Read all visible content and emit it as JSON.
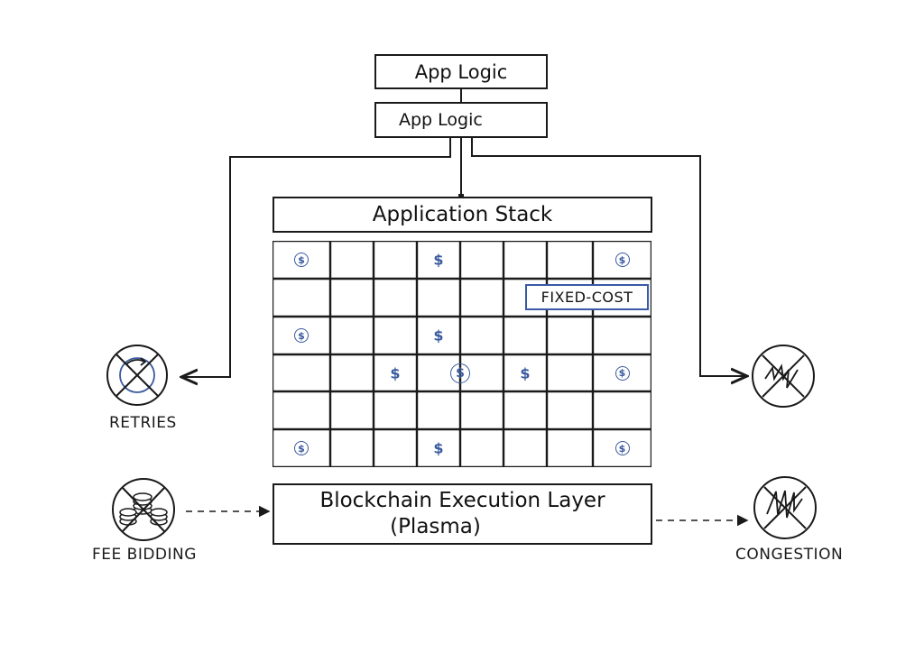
{
  "diagram": {
    "top_boxes": [
      {
        "label": "App Logic"
      },
      {
        "label": "App Logic"
      }
    ],
    "application_stack": {
      "label": "Application Stack"
    },
    "grid": {
      "rows": 6,
      "cols": 8,
      "icons": [
        {
          "row": 0,
          "col": 0,
          "type": "coin"
        },
        {
          "row": 0,
          "col": 3,
          "type": "dollar"
        },
        {
          "row": 0,
          "col": 7,
          "type": "coin"
        },
        {
          "row": 2,
          "col": 0,
          "type": "coin"
        },
        {
          "row": 2,
          "col": 3,
          "type": "dollar"
        },
        {
          "row": 3,
          "col": 2,
          "type": "dollar"
        },
        {
          "row": 3,
          "col": 4,
          "type": "coin-big"
        },
        {
          "row": 3,
          "col": 5,
          "type": "dollar"
        },
        {
          "row": 3,
          "col": 7,
          "type": "coin"
        },
        {
          "row": 5,
          "col": 0,
          "type": "coin"
        },
        {
          "row": 5,
          "col": 3,
          "type": "dollar"
        },
        {
          "row": 5,
          "col": 7,
          "type": "coin"
        }
      ],
      "glyph": "$",
      "icon_color": "#3a5a9e"
    },
    "fixed_cost": {
      "label": "FIXED-COST",
      "border_color": "#3a5aa8"
    },
    "execution_layer": {
      "line1": "Blockchain Execution Layer",
      "line2": "(Plasma)"
    },
    "side_items": {
      "retries": {
        "label": "RETRIES",
        "icon": "no-retries-icon"
      },
      "fee_bidding": {
        "label": "FEE BIDDING",
        "icon": "no-fee-bidding-icon"
      },
      "volatility": {
        "label": "",
        "icon": "no-volatility-icon"
      },
      "congestion": {
        "label": "CONGESTION",
        "icon": "no-congestion-icon"
      }
    }
  }
}
